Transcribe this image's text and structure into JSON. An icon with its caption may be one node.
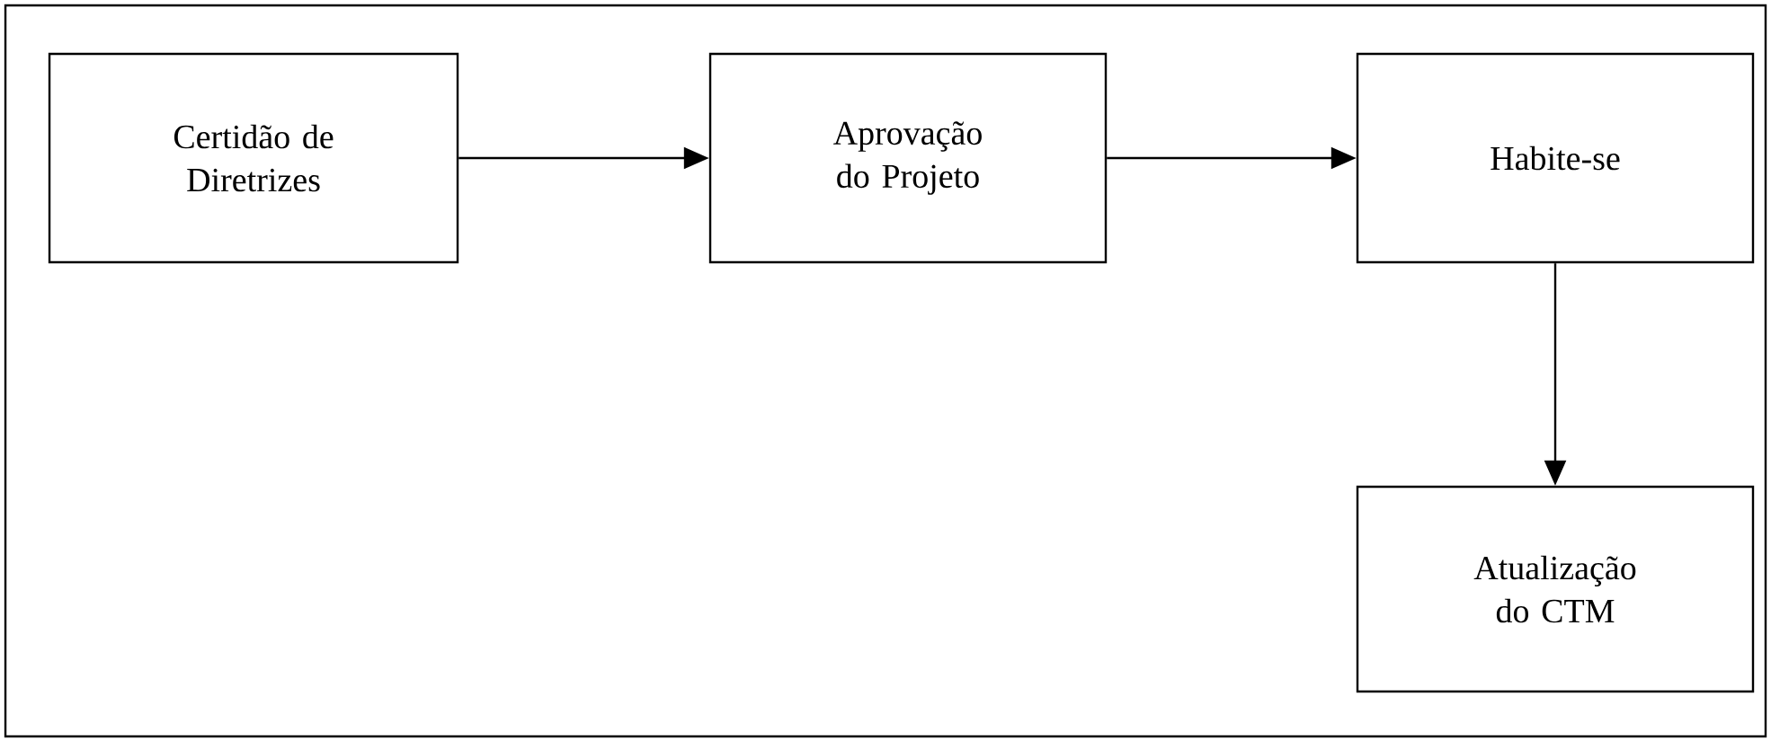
{
  "diagram": {
    "nodes": [
      {
        "text": [
          "Certidão de Diretrizes"
        ]
      },
      {
        "text": [
          "Aprovação do Projeto"
        ]
      },
      {
        "text": [
          "Habite-se"
        ]
      },
      {
        "text": [
          "Atualização do CTM"
        ]
      }
    ],
    "edges": [
      {
        "from": 0,
        "to": 1,
        "arrow": "to"
      },
      {
        "from": 1,
        "to": 2,
        "arrow": "to"
      },
      {
        "from": 2,
        "to": 3,
        "arrow": "to"
      }
    ]
  }
}
